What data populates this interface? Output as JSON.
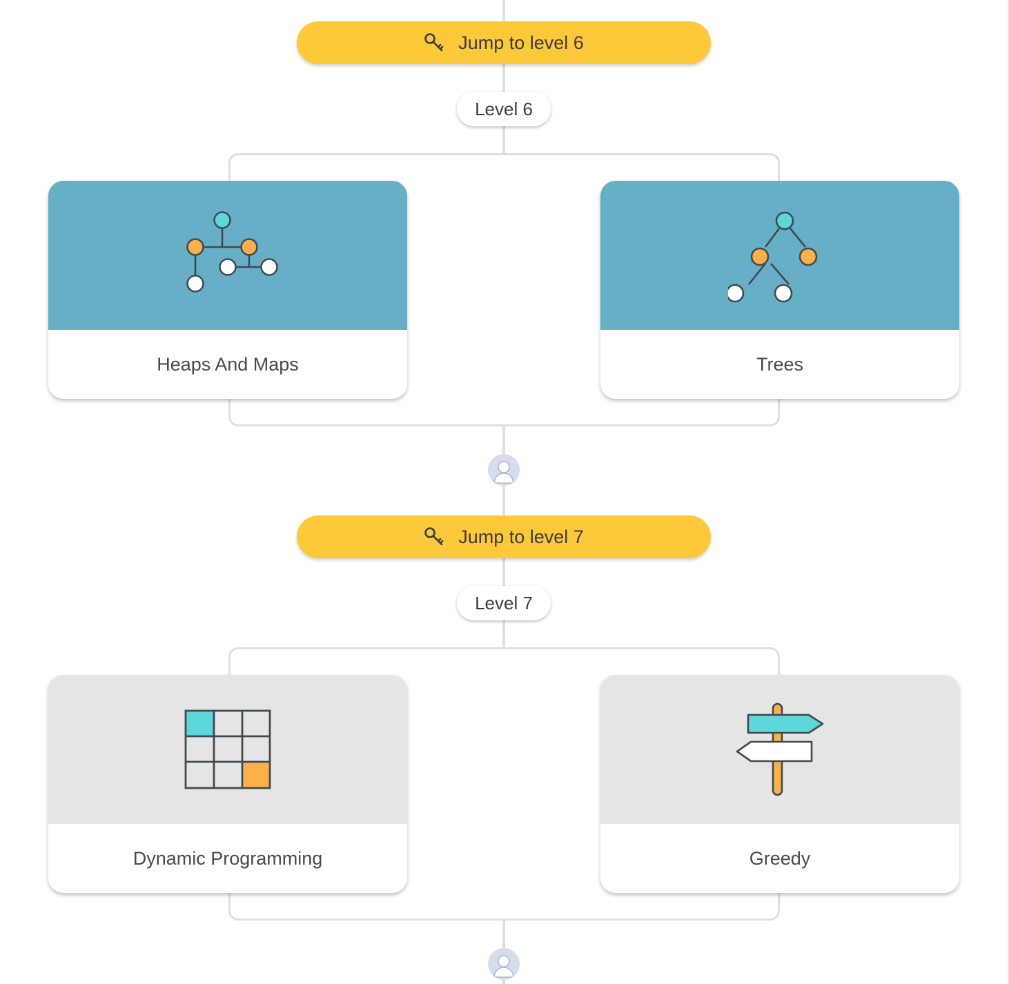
{
  "levels": [
    {
      "jump_label": "Jump to level 6",
      "level_label": "Level 6",
      "cards": [
        {
          "title": "Heaps And Maps",
          "icon": "heap-icon",
          "state": "unlocked"
        },
        {
          "title": "Trees",
          "icon": "tree-icon",
          "state": "unlocked"
        }
      ]
    },
    {
      "jump_label": "Jump to level 7",
      "level_label": "Level 7",
      "cards": [
        {
          "title": "Dynamic Programming",
          "icon": "grid-icon",
          "state": "locked"
        },
        {
          "title": "Greedy",
          "icon": "signpost-icon",
          "state": "locked"
        }
      ]
    }
  ],
  "colors": {
    "accent_yellow": "#fdc83a",
    "card_blue": "#66afc6",
    "card_grey": "#e5e5e5",
    "node_teal": "#5fd6d9",
    "node_orange": "#fcb04c",
    "connector": "#dedede"
  }
}
